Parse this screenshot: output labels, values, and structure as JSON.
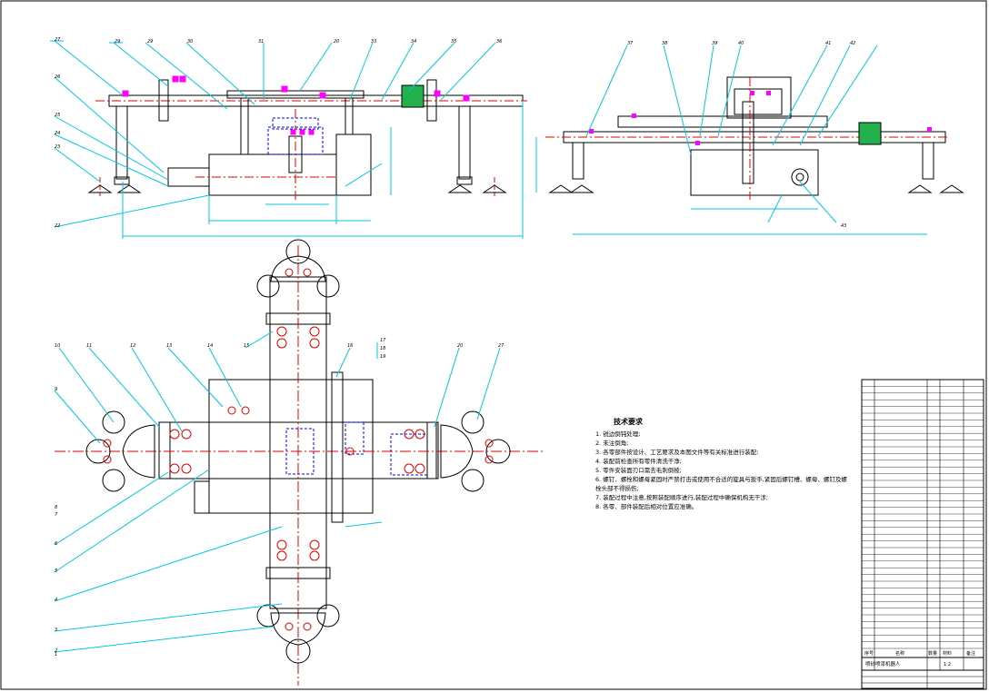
{
  "drawing": {
    "title_block_name": "喷砂喷漆机器人",
    "title_block_headers": [
      "序号",
      "名称",
      "数量",
      "材料",
      "备注"
    ],
    "scale": "1:2"
  },
  "tech_requirements": {
    "title": "技术要求",
    "lines": [
      "1. 锐边倒钝处理;",
      "2. 未注倒角;",
      "3. 各零部件按设计、工艺要求及本图文件等有关标准进行装配;",
      "4. 装配前检查所有零件清洗干净;",
      "5. 零件安装面刃口需去毛刺倒棱;",
      "6. 螺钉、螺栓和螺母紧固时严禁打击或使用不合适的旋具与扳手,紧固后螺钉槽、螺母、螺钉及螺栓头部不得损伤;",
      "7. 装配过程中注意,按照装配顺序进行,装配过程中确保机构无干涉;",
      "8. 各零、部件装配后相对位置应准确。"
    ]
  },
  "callouts_front": [
    "27",
    "29",
    "29",
    "30",
    "31",
    "20",
    "33",
    "34",
    "35",
    "36",
    "26",
    "25",
    "24",
    "23",
    "22"
  ],
  "callouts_side": [
    "37",
    "38",
    "39",
    "40",
    "41",
    "42",
    "43"
  ],
  "callouts_top": [
    "10",
    "11",
    "12",
    "13",
    "14",
    "15",
    "16",
    "17",
    "18",
    "19",
    "20",
    "27",
    "9",
    "8",
    "7",
    "6",
    "5",
    "4",
    "3",
    "2",
    "1"
  ],
  "colors": {
    "line": "#00c8e0",
    "center": "#e00000",
    "hidden": "#0000ff",
    "part": "#ff00ff",
    "green": "#22b14c",
    "outline": "#000000"
  }
}
